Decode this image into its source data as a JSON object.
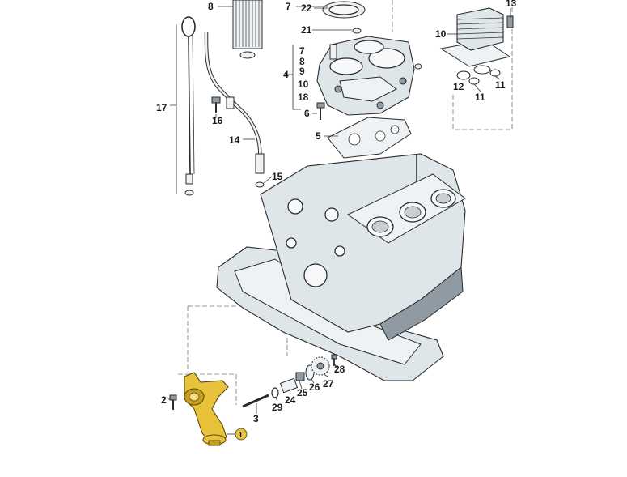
{
  "callouts": {
    "c1": "1",
    "c2": "2",
    "c3": "3",
    "c4": "4",
    "c5": "5",
    "c6": "6",
    "c7": "7",
    "c7b": "7",
    "c8": "8",
    "c8b": "8",
    "c9": "9",
    "c10": "10",
    "c10b": "10",
    "c11": "11",
    "c11b": "11",
    "c12": "12",
    "c13": "13",
    "c14": "14",
    "c15": "15",
    "c16": "16",
    "c17": "17",
    "c18": "18",
    "c21": "21",
    "c22": "22",
    "c24": "24",
    "c25": "25",
    "c26": "26",
    "c27": "27",
    "c28": "28",
    "c29": "29"
  },
  "colors": {
    "highlight": "#e8c23a",
    "part_fill": "#dfe6ea",
    "line": "#2a2a2a"
  }
}
